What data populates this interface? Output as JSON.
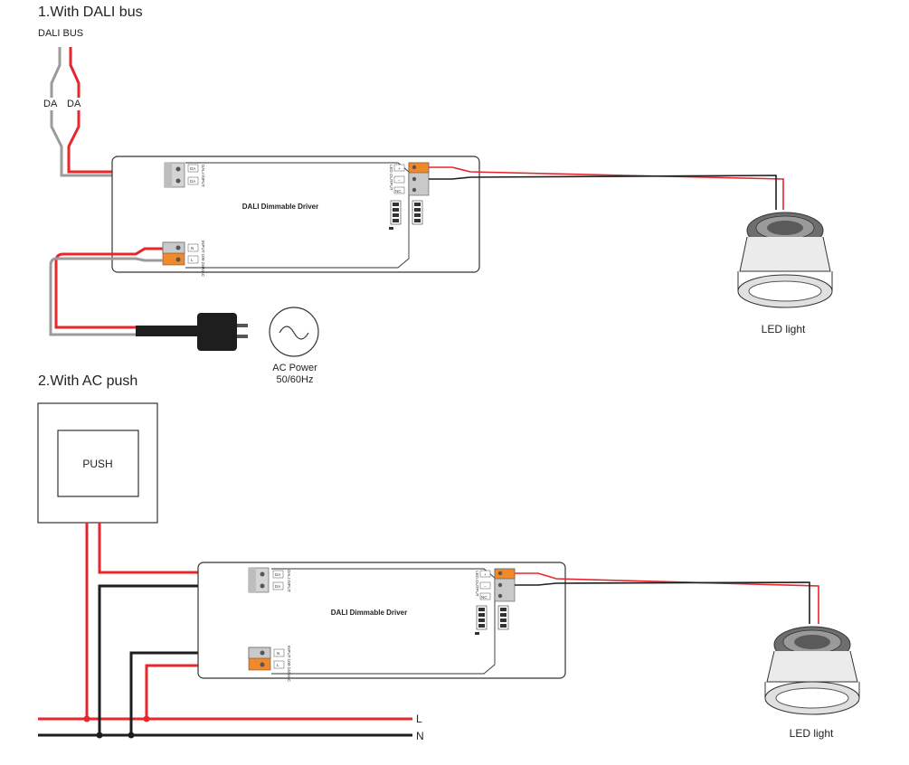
{
  "colors": {
    "live": "#e8262c",
    "gray_wire": "#9b9b9b",
    "black_wire": "#1e1e1e",
    "terminal_orange": "#f0892a",
    "terminal_gray": "#c9c9c9",
    "outline": "#333333"
  },
  "section1": {
    "heading": "1.With DALI bus",
    "bus_label": "DALI BUS",
    "da_left": "DA",
    "da_right": "DA",
    "driver_title": "DALI Dimmable Driver",
    "dali_terms": [
      "DA",
      "DA"
    ],
    "dali_group": "DALI INPUT",
    "input_terms": [
      "N",
      "L"
    ],
    "input_group": "INPUT 100-240VAC",
    "output_terms": [
      "+",
      "−",
      "NC"
    ],
    "output_group": "LED OUTPUT",
    "power_label_1": "AC Power",
    "power_label_2": "50/60Hz",
    "led_label": "LED light"
  },
  "section2": {
    "heading": "2.With AC push",
    "push_label": "PUSH",
    "driver_title": "DALI Dimmable Driver",
    "dali_terms": [
      "DA",
      "DA"
    ],
    "dali_group": "DALI INPUT",
    "input_terms": [
      "N",
      "L"
    ],
    "input_group": "INPUT 100-240VAC",
    "output_terms": [
      "+",
      "−",
      "NC"
    ],
    "output_group": "LED OUTPUT",
    "line_L": "L",
    "line_N": "N",
    "led_label": "LED light"
  }
}
